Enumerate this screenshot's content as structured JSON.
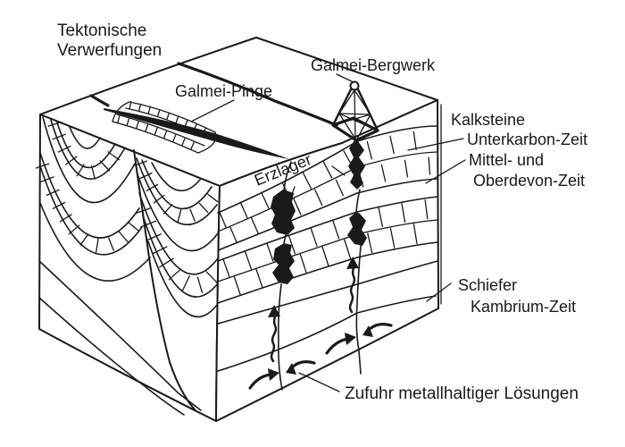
{
  "figure": {
    "kind": "geological-block-diagram",
    "background": "#ffffff",
    "ink": "#1a1a1a"
  },
  "labels": {
    "tektonische_1": "Tektonische",
    "tektonische_2": "Verwerfungen",
    "galmei_pinge": "Galmei-Pinge",
    "galmei_bergwerk": "Galmei-Bergwerk",
    "kalksteine": "Kalksteine",
    "unterkarbon": "Unterkarbon-Zeit",
    "mittel_und": "Mittel- und",
    "oberdevon": "Oberdevon-Zeit",
    "erzlager": "Erzlager",
    "schiefer": "Schiefer",
    "kambrium": "Kambrium-Zeit",
    "zufuhr": "Zufuhr metallhaltiger Lösungen"
  }
}
